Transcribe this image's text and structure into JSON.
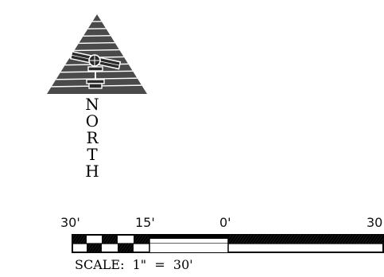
{
  "north_symbol": {
    "icon": "surveyor-transit-pyramid-icon",
    "letters": [
      "N",
      "O",
      "R",
      "T",
      "H"
    ]
  },
  "scale": {
    "ticks": [
      "30'",
      "15'",
      "0'",
      "30"
    ],
    "caption": "SCALE:  1\"  =  30'"
  }
}
